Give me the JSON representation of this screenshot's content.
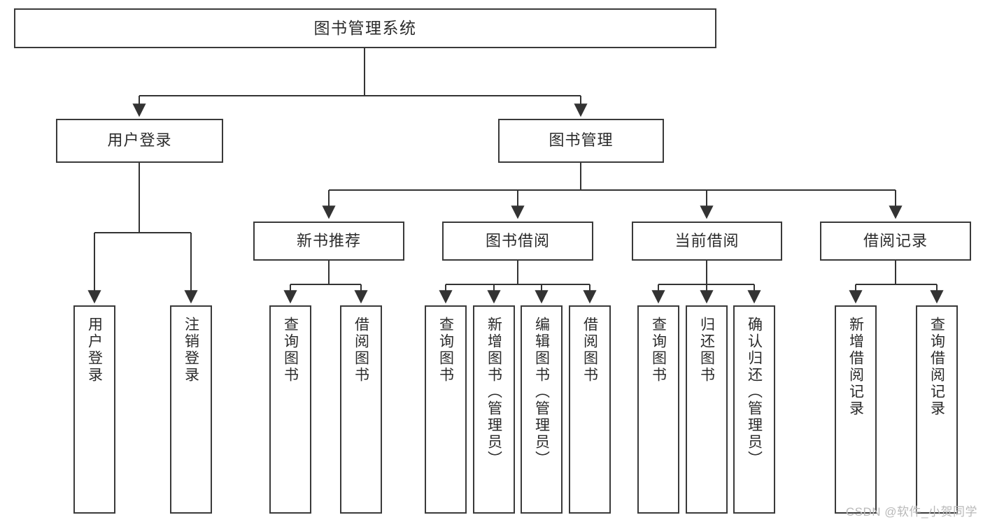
{
  "diagram": {
    "title": "图书管理系统",
    "watermark": "CSDN @软件_小贺同学",
    "colors": {
      "border": "#3a3a3a",
      "text": "#2b2b2b",
      "connector": "#333333",
      "background": "#ffffff",
      "watermark": "#b9b9b9"
    },
    "nodes": {
      "root": "图书管理系统",
      "level2": {
        "user_login": "用户登录",
        "book_manage": "图书管理"
      },
      "level3": {
        "new_book_recommend": "新书推荐",
        "book_borrow": "图书借阅",
        "current_borrow": "当前借阅",
        "borrow_record": "借阅记录"
      },
      "leaves": {
        "user_login_children": [
          "用户登录",
          "注销登录"
        ],
        "new_book_recommend_children": [
          "查询图书",
          "借阅图书"
        ],
        "book_borrow_children": [
          "查询图书",
          "新增图书（管理员）",
          "编辑图书（管理员）",
          "借阅图书"
        ],
        "current_borrow_children": [
          "查询图书",
          "归还图书",
          "确认归还（管理员）"
        ],
        "borrow_record_children": [
          "新增借阅记录",
          "查询借阅记录"
        ]
      }
    }
  }
}
